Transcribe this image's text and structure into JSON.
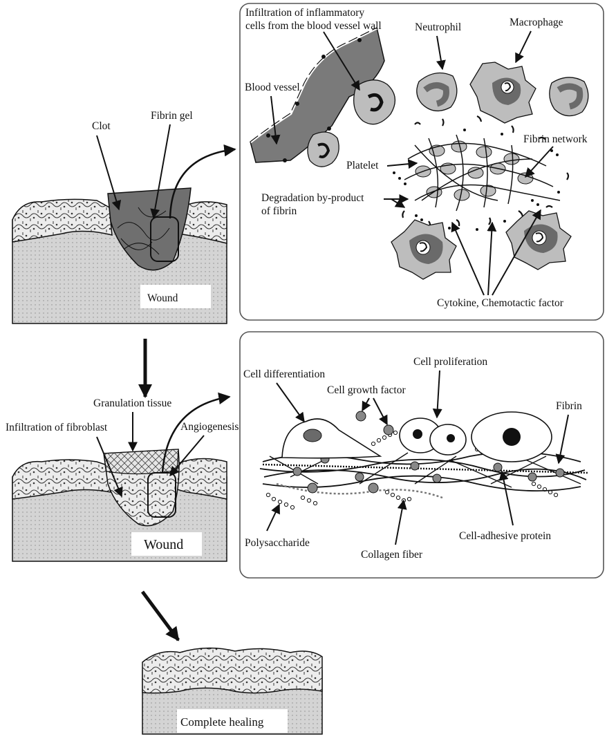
{
  "stage1": {
    "labels": {
      "clot": "Clot",
      "fibrin_gel": "Fibrin gel",
      "wound": "Wound"
    },
    "detail_panel": {
      "infiltration_line1": "Infiltration of inflammatory",
      "infiltration_line2": "cells from the blood vessel wall",
      "neutrophil": "Neutrophil",
      "macrophage": "Macrophage",
      "blood_vessel": "Blood vessel",
      "fibrin_network": "Fibrin network",
      "platelet": "Platelet",
      "degradation_line1": "Degradation by-product",
      "degradation_line2": "of fibrin",
      "cytokine": "Cytokine, Chemotactic factor"
    }
  },
  "stage2": {
    "labels": {
      "granulation_tissue": "Granulation tissue",
      "infiltration_fibroblast": "Infiltration of fibroblast",
      "angiogenesis": "Angiogenesis",
      "wound": "Wound"
    },
    "detail_panel": {
      "cell_differentiation": "Cell differentiation",
      "cell_growth_factor": "Cell growth factor",
      "cell_proliferation": "Cell proliferation",
      "fibrin": "Fibrin",
      "polysaccharide": "Polysaccharide",
      "collagen_fiber": "Collagen fiber",
      "cell_adhesive_protein": "Cell-adhesive protein"
    }
  },
  "stage3": {
    "labels": {
      "complete_healing": "Complete healing"
    }
  },
  "colors": {
    "skin_fill": "#d4d4d4",
    "clot_fill": "#6f6f6f",
    "cell_fill": "#bdbdbd",
    "nucleus_fill": "#6a6a6a",
    "vessel_fill": "#7a7a7a",
    "line": "#111111",
    "panel_border": "#555555"
  }
}
